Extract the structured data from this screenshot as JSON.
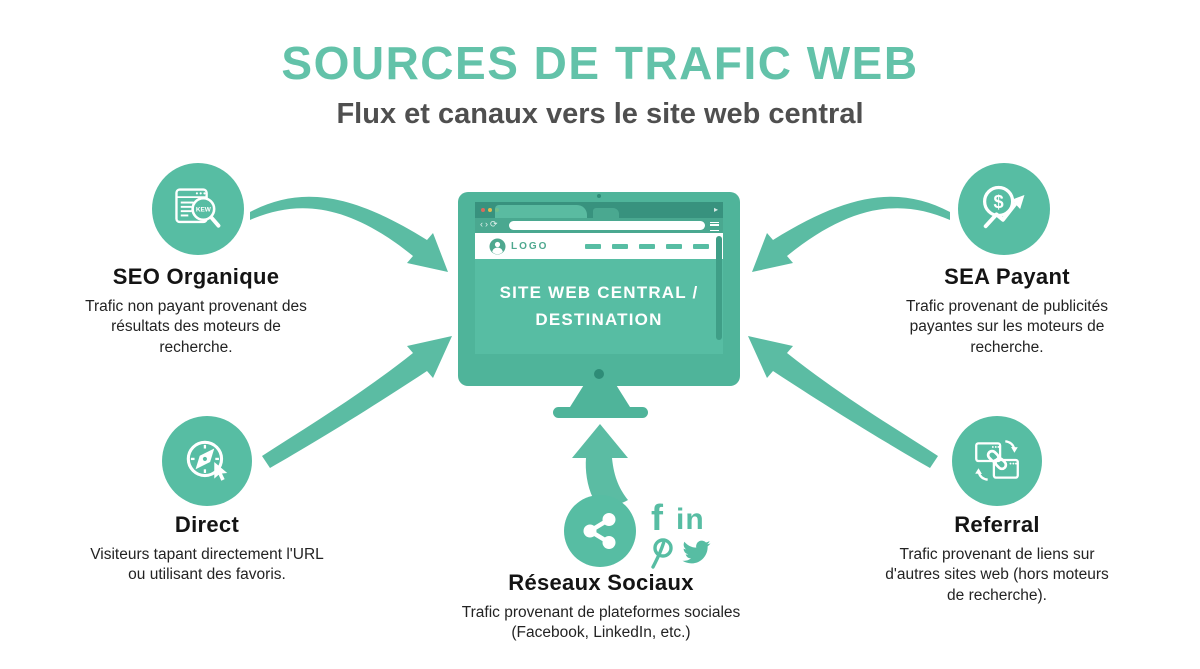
{
  "palette": {
    "teal": "#57BDA3",
    "teal_dark": "#3E9682",
    "title_teal": "#63C2A9",
    "heading": "#141414",
    "body_text": "#232323",
    "subtitle_gray": "#4F4F4F"
  },
  "header": {
    "title": "SOURCES DE TRAFIC WEB",
    "subtitle": "Flux et canaux vers le site web central"
  },
  "monitor": {
    "logo_text": "LOGO",
    "screen_line1": "SITE WEB CENTRAL /",
    "screen_line2": "DESTINATION"
  },
  "sources": {
    "seo": {
      "title": "SEO Organique",
      "description": "Trafic non payant provenant des résultats des moteurs de recherche.",
      "icon_badge": "KEW"
    },
    "sea": {
      "title": "SEA Payant",
      "description": "Trafic provenant de publicités payantes sur les moteurs de recherche.",
      "dollar_glyph": "$"
    },
    "direct": {
      "title": "Direct",
      "description": "Visiteurs tapant directement l'URL ou utilisant des favoris."
    },
    "social": {
      "title": "Réseaux Sociaux",
      "description": "Trafic provenant de plateformes sociales (Facebook, LinkedIn, etc.)",
      "facebook_glyph": "f",
      "linkedin_glyph": "in"
    },
    "referral": {
      "title": "Referral",
      "description": "Trafic provenant de liens sur d'autres sites web (hors moteurs de recherche)."
    }
  }
}
